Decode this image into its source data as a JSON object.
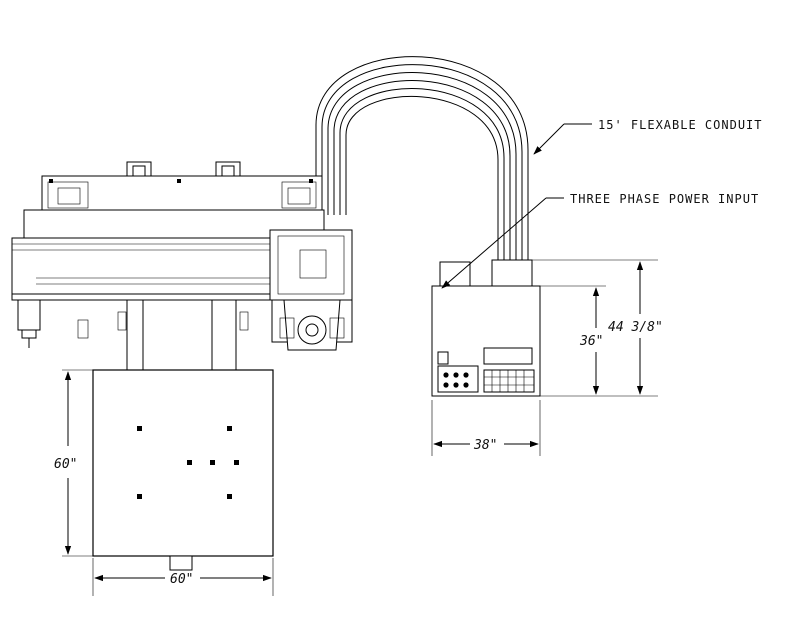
{
  "labels": {
    "conduit": "15' FLEXABLE CONDUIT",
    "power": "THREE PHASE POWER INPUT"
  },
  "dimensions": {
    "table_height": "60\"",
    "table_width": "60\"",
    "cabinet_width": "38\"",
    "cabinet_height_inner": "36\"",
    "cabinet_height_outer": "44 3/8\""
  },
  "colors": {
    "line": "#000000",
    "background": "#ffffff"
  }
}
